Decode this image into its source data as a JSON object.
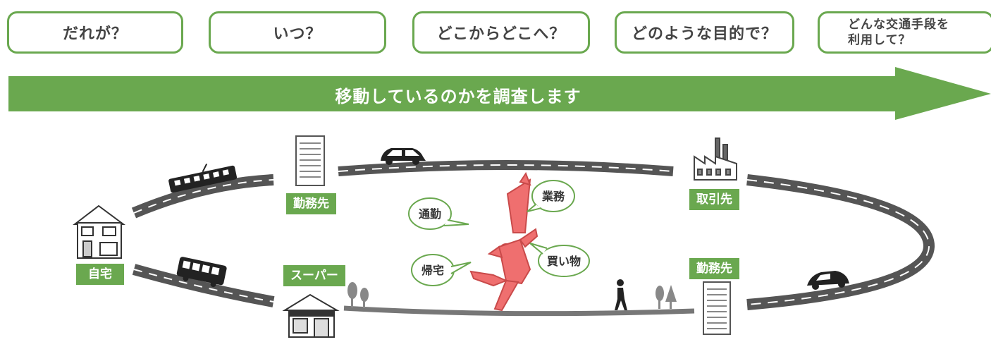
{
  "questions": [
    {
      "label": "だれが？"
    },
    {
      "label": "いつ？"
    },
    {
      "label": "どこからどこへ？"
    },
    {
      "label": "どのような目的で？"
    },
    {
      "line1": "どんな交通手段を",
      "line2": "利用して？"
    }
  ],
  "arrow_text": "移動しているのかを調査します",
  "places": {
    "home": "自宅",
    "office_left": "勤務先",
    "supermarket": "スーパー",
    "client": "取引先",
    "office_right": "勤務先"
  },
  "purposes": {
    "commute": "通勤",
    "business": "業務",
    "return_home": "帰宅",
    "shopping": "買い物"
  },
  "colors": {
    "accent": "#6aa84f",
    "road": "#555555",
    "figure": "#ef6f6f"
  }
}
